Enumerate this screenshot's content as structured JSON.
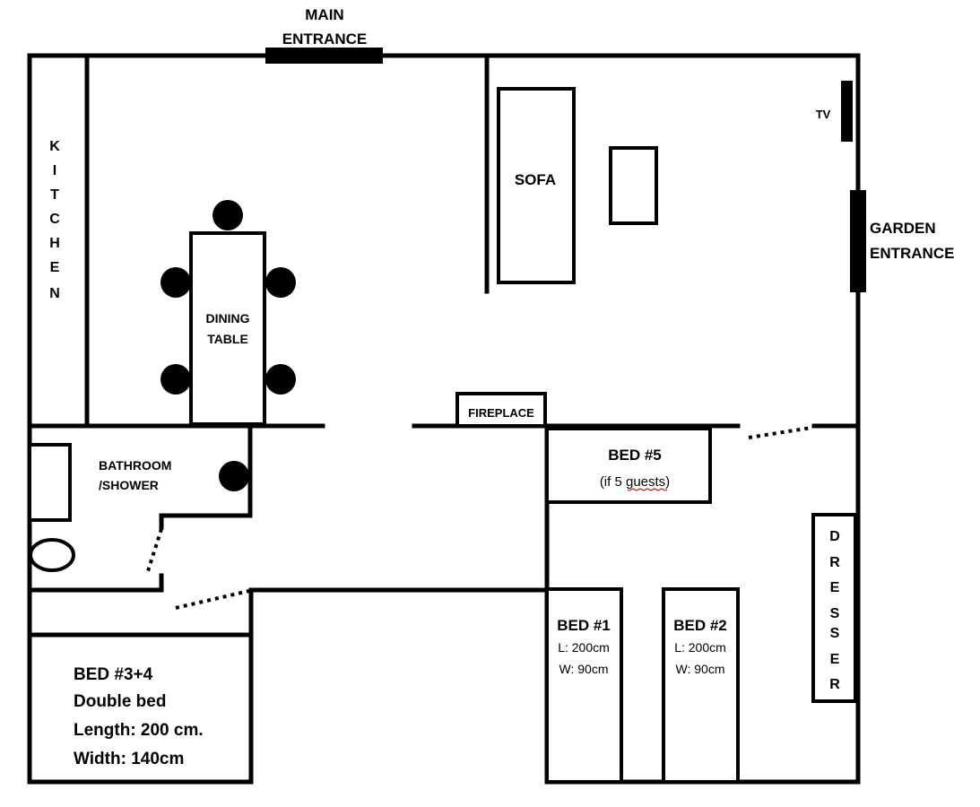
{
  "labels": {
    "main_entrance_1": "MAIN",
    "main_entrance_2": "ENTRANCE",
    "kitchen": [
      "K",
      "I",
      "T",
      "C",
      "H",
      "E",
      "N"
    ],
    "dining_1": "DINING",
    "dining_2": "TABLE",
    "sofa": "SOFA",
    "tv": "TV",
    "garden_1": "GARDEN",
    "garden_2": "ENTRANCE",
    "fireplace": "FIREPLACE",
    "bathroom_1": "BATHROOM",
    "bathroom_2": "/SHOWER",
    "bed5_title": "BED #5",
    "bed5_note": "(if 5 guests)",
    "bed1_title": "BED #1",
    "bed1_len": "L: 200cm",
    "bed1_wid": "W: 90cm",
    "bed2_title": "BED #2",
    "bed2_len": "L: 200cm",
    "bed2_wid": "W: 90cm",
    "dresser": [
      "D",
      "R",
      "E",
      "S",
      "S",
      "E",
      "R"
    ],
    "bed34_title": "BED #3+4",
    "bed34_type": "Double bed",
    "bed34_len": "Length: 200 cm.",
    "bed34_wid": "Width: 140cm"
  }
}
